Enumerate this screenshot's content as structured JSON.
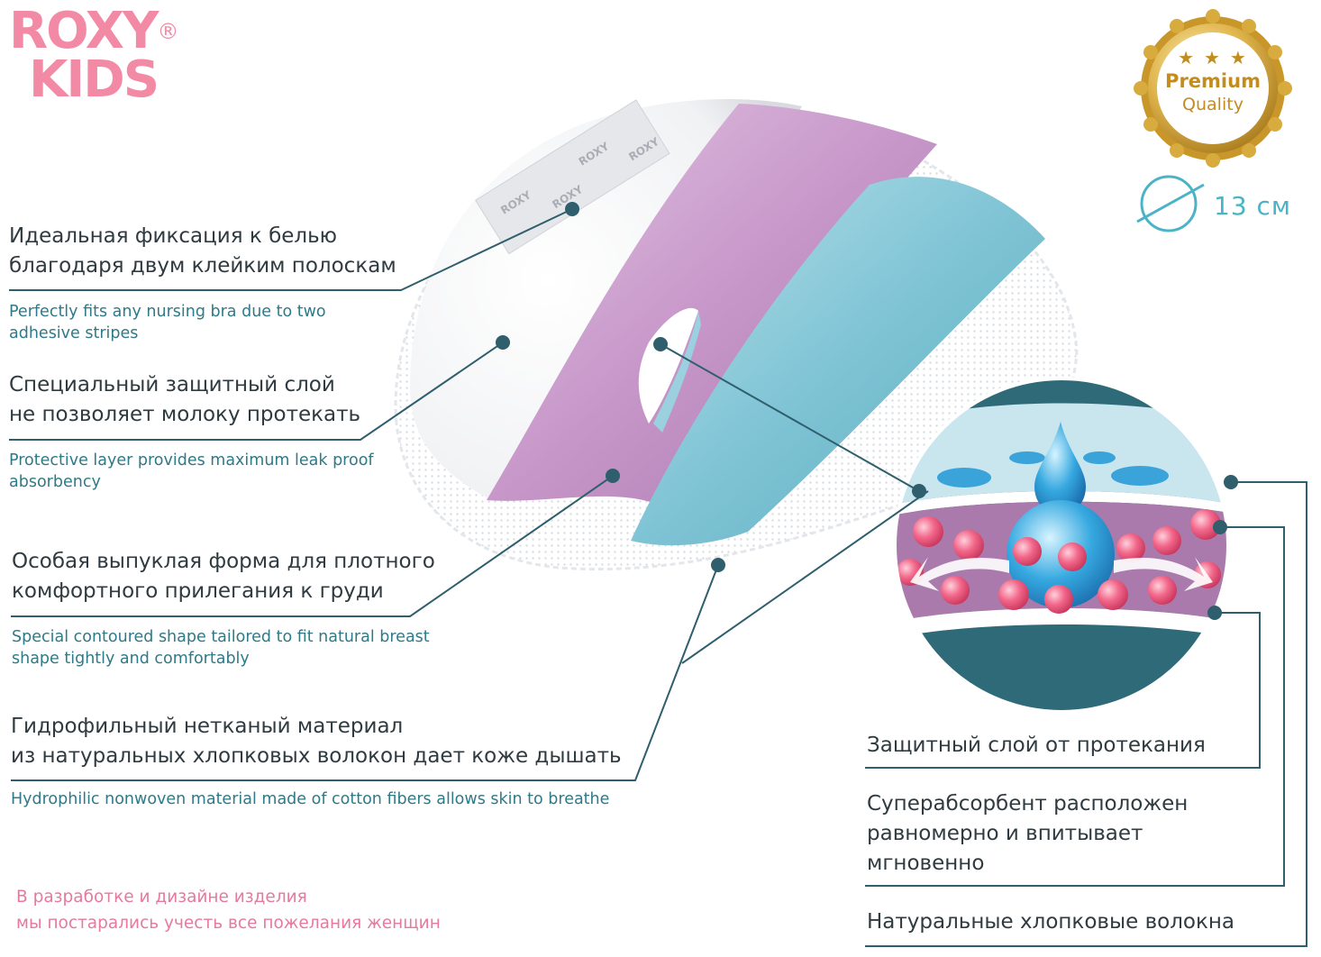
{
  "brand": {
    "line1": "ROXY",
    "line2": "KIDS",
    "registered": "®"
  },
  "badge": {
    "stars": "★ ★ ★",
    "line1": "Premium",
    "line2": "Quality"
  },
  "size": {
    "value": "13 см"
  },
  "features_left": [
    {
      "ru_1": "Идеальная фиксация к белью",
      "ru_2": "благодаря двум клейким полоскам",
      "en_1": "Perfectly fits any nursing bra due to two",
      "en_2": "adhesive stripes"
    },
    {
      "ru_1": "Специальный защитный слой",
      "ru_2": "не позволяет молоку протекать",
      "en_1": "Protective layer provides maximum leak proof",
      "en_2": "absorbency"
    },
    {
      "ru_1": "Особая выпуклая форма для плотного",
      "ru_2": "комфортного прилегания к груди",
      "en_1": "Special contoured shape tailored to fit natural breast",
      "en_2": "shape tightly and comfortably"
    },
    {
      "ru_1": "Гидрофильный нетканый материал",
      "ru_2": "из натуральных хлопковых волокон дает коже дышать",
      "en_1": "Hydrophilic nonwoven material made of cotton fibers allows skin to breathe",
      "en_2": ""
    }
  ],
  "features_right": [
    {
      "line1": "Защитный слой от протекания"
    },
    {
      "line1": "Суперабсорбент расположен",
      "line2": "равномерно и впитывает",
      "line3": "мгновенно"
    },
    {
      "line1": "Натуральные хлопковые волокна"
    }
  ],
  "note": {
    "line1": "В разработке и дизайне изделия",
    "line2": "мы постарались учесть все пожелания женщин"
  },
  "colors": {
    "brand_pink": "#f28aa6",
    "teal_dark": "#2f6a78",
    "teal_light": "#7cc7d6",
    "lilac": "#c99ac8",
    "gold": "#d4a53a",
    "callout_line": "#2f5f6c"
  }
}
